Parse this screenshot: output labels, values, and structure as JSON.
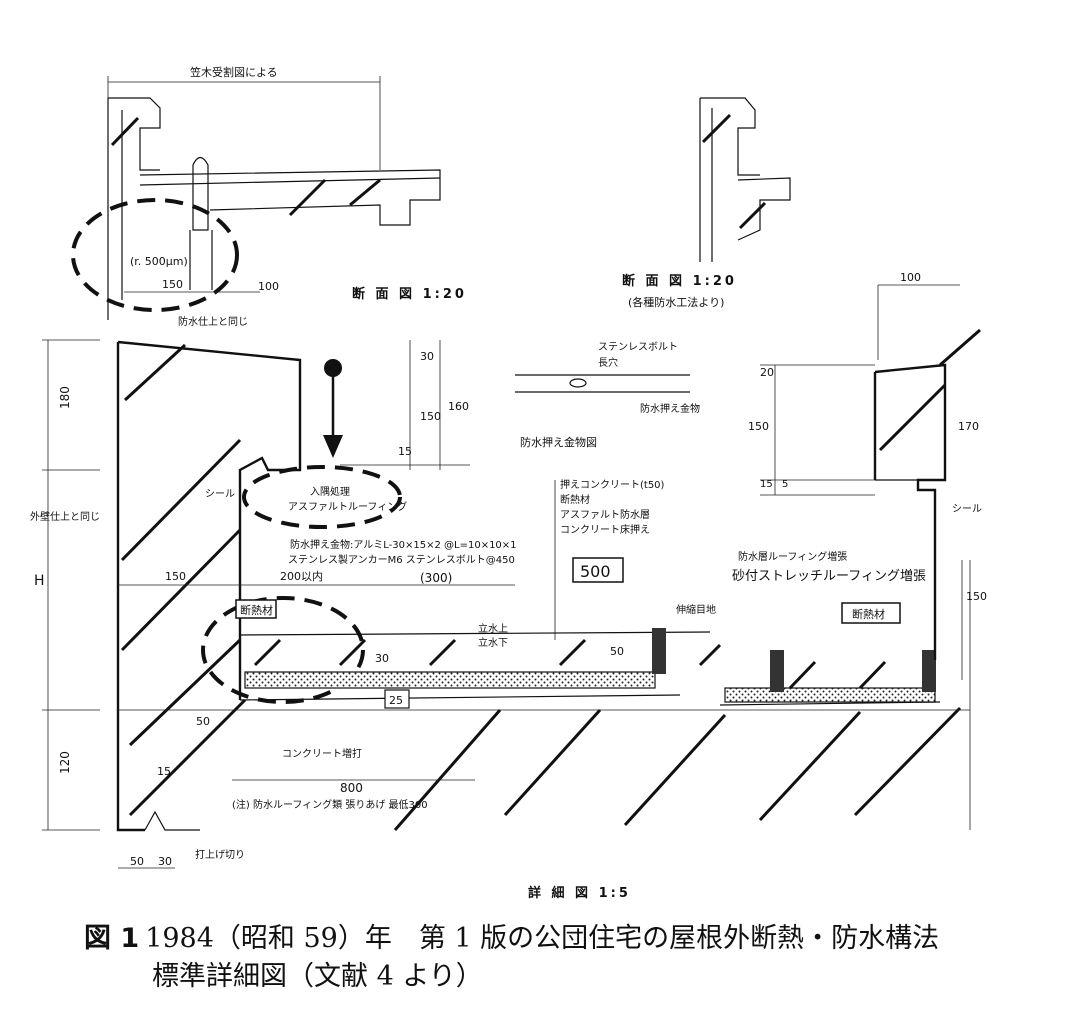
{
  "drawing": {
    "top_left": {
      "header": "笠木受割図による",
      "note": "(r. 500μm)",
      "dim_150": "150",
      "dim_100": "100",
      "title": "断 面 図 1:20"
    },
    "top_right": {
      "title": "断 面 図 1:20",
      "subtitle": "(各種防水工法より)",
      "dim_100": "100"
    },
    "detail": {
      "note_parapet": "防水仕上と同じ",
      "note_wall": "外壁仕上と同じ",
      "dim_H": "H",
      "dim_180": "180",
      "dim_120": "120",
      "dim_30": "30",
      "dim_150": "150",
      "dim_160": "160",
      "dim_15a": "15",
      "dim_150b": "150",
      "dim_200": "200以内",
      "dim_300": "(300)",
      "dim_500": "500",
      "dim_30b": "30",
      "dim_50": "50",
      "dim_25": "25",
      "dim_50b": "50",
      "dim_800": "800",
      "dim_15b": "15",
      "dim_50c": "50",
      "dim_30c": "30",
      "note_sealant": "シール",
      "note_cut": "打上げ切り",
      "note_joint": "入隅処理",
      "note_roofing": "アスファルトルーフィング",
      "note_fixing": "防水押え金物:アルミL-30×15×2 @L=10×10×1",
      "note_bolt": "ステンレス製アンカーM6 ステンレスボルト@450",
      "note_insulation": "断熱材",
      "note_waterstop": "立水上",
      "note_waterstop2": "立水下",
      "note_concrete_pour": "コンクリート増打",
      "note_bottom": "(注) 防水ルーフィング類 張りあげ 最低300",
      "note_cut2": "打上げ切り",
      "title": "詳 細 図 1:5"
    },
    "fixing_detail": {
      "bolt": "ステンレスボルト",
      "hole": "長穴",
      "plate": "防水押え金物",
      "title": "防水押え金物図"
    },
    "layers": {
      "l1": "押えコンクリート(t50)",
      "l2": "断熱材",
      "l3": "アスファルト防水層",
      "l4": "コンクリート床押え"
    },
    "joint_label": "伸縮目地",
    "right_detail": {
      "dim_20": "20",
      "dim_150": "150",
      "dim_170": "170",
      "dim_15": "15",
      "dim_5": "5",
      "dim_150b": "150",
      "note_roofing": "防水層ルーフィング増張",
      "note_roofing2": "砂付ストレッチルーフィング増張",
      "note_sealant": "シール",
      "insulation": "断熱材"
    }
  },
  "caption": {
    "figure_label": "図 1",
    "line1": "1984（昭和 59）年　第 1 版の公団住宅の屋根外断熱・防水構法",
    "line2": "標準詳細図（文献 4 より）"
  }
}
